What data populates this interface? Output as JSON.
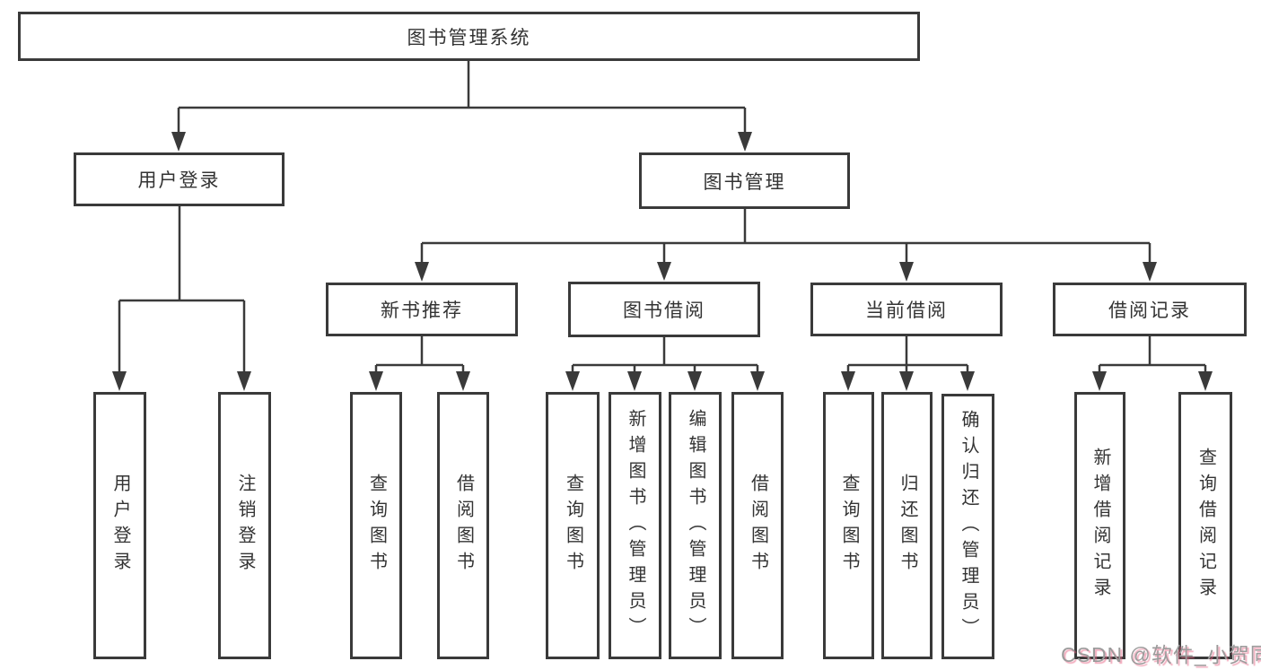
{
  "diagram": {
    "title": "图书管理系统",
    "tree": {
      "root": {
        "label": "图书管理系统",
        "children": [
          {
            "label": "用户登录",
            "children": [
              {
                "label": "用户登录"
              },
              {
                "label": "注销登录"
              }
            ]
          },
          {
            "label": "图书管理",
            "children": [
              {
                "label": "新书推荐",
                "children": [
                  {
                    "label": "查询图书"
                  },
                  {
                    "label": "借阅图书"
                  }
                ]
              },
              {
                "label": "图书借阅",
                "children": [
                  {
                    "label": "查询图书"
                  },
                  {
                    "label": "新增图书（管理员）"
                  },
                  {
                    "label": "编辑图书（管理员）"
                  },
                  {
                    "label": "借阅图书"
                  }
                ]
              },
              {
                "label": "当前借阅",
                "children": [
                  {
                    "label": "查询图书"
                  },
                  {
                    "label": "归还图书"
                  },
                  {
                    "label": "确认归还（管理员）"
                  }
                ]
              },
              {
                "label": "借阅记录",
                "children": [
                  {
                    "label": "新增借阅记录"
                  },
                  {
                    "label": "查询借阅记录"
                  }
                ]
              }
            ]
          }
        ]
      }
    }
  },
  "watermark": {
    "text": "CSDN @软件_小贺同学"
  },
  "colors": {
    "line": "#3a3a3a",
    "text": "#333333",
    "background": "#ffffff",
    "watermark": "#9b9b9b",
    "watermark_shadow": "#e76585"
  }
}
